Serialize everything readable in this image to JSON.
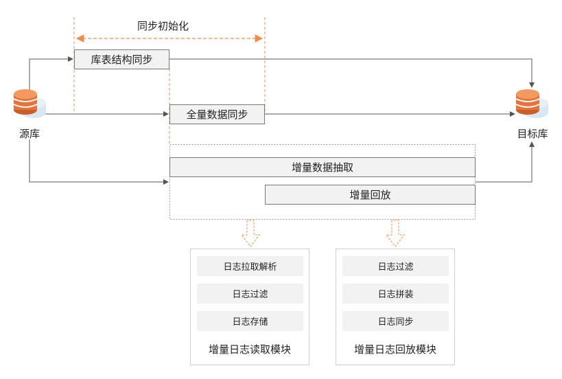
{
  "init_label": "同步初始化",
  "source": {
    "label": "源库",
    "icon": "database-icon"
  },
  "target": {
    "label": "目标库",
    "icon": "database-icon"
  },
  "steps": {
    "schema_sync": "库表结构同步",
    "full_sync": "全量数据同步",
    "incr_extract": "增量数据抽取",
    "incr_replay": "增量回放"
  },
  "modules": [
    {
      "title": "增量日志读取模块",
      "items": [
        "日志拉取解析",
        "日志过滤",
        "日志存储"
      ]
    },
    {
      "title": "增量日志回放模块",
      "items": [
        "日志过滤",
        "日志拼装",
        "日志同步"
      ]
    }
  ],
  "colors": {
    "accent": "#f08c4a",
    "db_body": "#e8733a",
    "db_shadow": "#cfe0f2",
    "line": "#555555"
  }
}
